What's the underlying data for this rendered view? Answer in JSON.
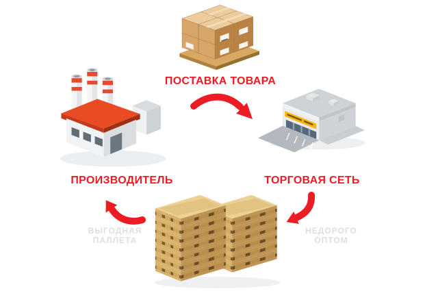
{
  "labels": {
    "supply": "ПОСТАВКА ТОВАРА",
    "manufacturer": "ПРОИЗВОДИТЕЛЬ",
    "retail": "ТОРГОВАЯ СЕТЬ"
  },
  "watermarks": {
    "left": {
      "line1": "ВЫГОДНАЯ",
      "line2": "ПАЛЛЕТА"
    },
    "right": {
      "line1": "НЕДОРОГО",
      "line2": "ОПТОМ"
    }
  },
  "colors": {
    "accent_red": "#ec1b24",
    "cardboard": "#d8a569",
    "pallet_wood": "#d9b26b",
    "factory_roof_red": "#e94b24",
    "store_sign_yellow": "#f6b70d",
    "background": "#ffffff"
  },
  "illustrations": [
    {
      "id": "supply-boxes",
      "icon": "cardboard-boxes-on-pallet"
    },
    {
      "id": "manufacturer",
      "icon": "factory-with-chimneys"
    },
    {
      "id": "retail",
      "icon": "supermarket-with-parking"
    },
    {
      "id": "empty-pallets",
      "icon": "wooden-pallet-stacks"
    }
  ],
  "arrows": [
    {
      "from": "supply-boxes",
      "to": "retail"
    },
    {
      "from": "retail",
      "to": "empty-pallets"
    },
    {
      "from": "empty-pallets",
      "to": "manufacturer"
    }
  ]
}
